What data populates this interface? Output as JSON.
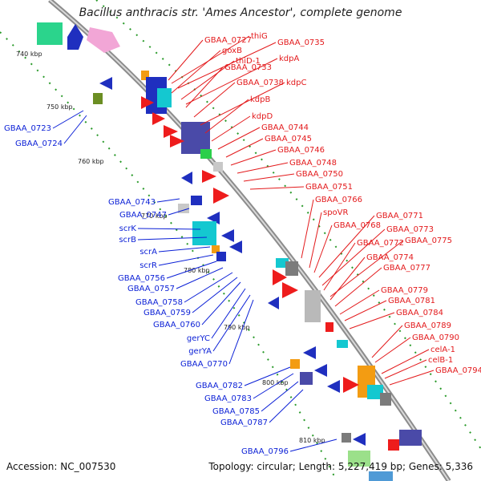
{
  "title": "Bacillus anthracis str. 'Ames Ancestor', complete genome",
  "accession": "Accession: NC_007530",
  "topology": "Topology: circular; Length: 5,227,419 bp; Genes: 5,336",
  "colors": {
    "forward_label": "#e31a1c",
    "reverse_label": "#0a1fd6",
    "backbone": "#8c8c8c",
    "ticks": "#2a9a2a"
  },
  "scale_labels": [
    "740 kbp",
    "750 kbp",
    "760 kbp",
    "770 kbp",
    "780 kbp",
    "790 kbp",
    "800 kbp",
    "810 kbp"
  ],
  "gene_labels_forward": [
    "GBAA_0727",
    "thiG",
    "GBAA_0735",
    "goxB",
    "thiD-1",
    "kdpA",
    "GBAA_0733",
    "GBAA_0738",
    "kdpC",
    "kdpB",
    "kdpD",
    "GBAA_0744",
    "GBAA_0745",
    "GBAA_0746",
    "GBAA_0748",
    "GBAA_0750",
    "GBAA_0751",
    "GBAA_0766",
    "spoVR",
    "GBAA_0771",
    "GBAA_0768",
    "GBAA_0773",
    "GBAA_0772",
    "GBAA_0775",
    "GBAA_0774",
    "GBAA_0777",
    "GBAA_0779",
    "GBAA_0781",
    "GBAA_0784",
    "GBAA_0789",
    "GBAA_0790",
    "celA-1",
    "celB-1",
    "GBAA_0794"
  ],
  "gene_labels_reverse": [
    "GBAA_0723",
    "GBAA_0724",
    "GBAA_0743",
    "GBAA_0747",
    "scrK",
    "scrB",
    "scrA",
    "scrR",
    "GBAA_0756",
    "GBAA_0757",
    "GBAA_0758",
    "GBAA_0759",
    "GBAA_0760",
    "gerYC",
    "gerYA",
    "GBAA_0770",
    "GBAA_0782",
    "GBAA_0783",
    "GBAA_0785",
    "GBAA_0787",
    "GBAA_0796"
  ]
}
